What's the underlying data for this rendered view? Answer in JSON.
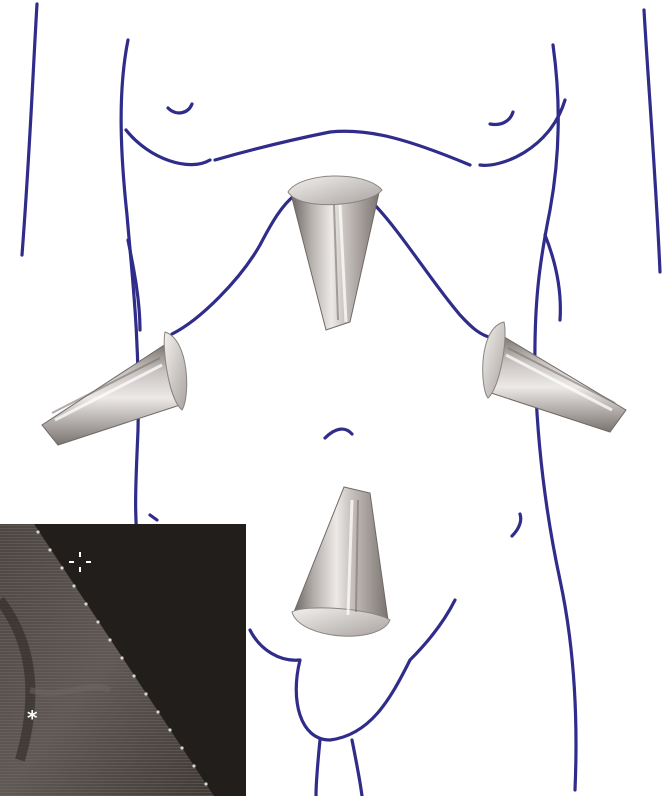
{
  "colors": {
    "outline": "#2f2c8a",
    "background": "#ffffff",
    "probe_light": "#e4e1df",
    "probe_mid": "#b7b1ae",
    "probe_dark": "#6f6966",
    "ultrasound_dark": "#221e1b",
    "ultrasound_tissue": "#5a5450",
    "ultrasound_marker": "#ffffff"
  },
  "figure": {
    "subject": "abdomen-outline-icon",
    "probes": [
      {
        "id": "probe-epigastric",
        "name": "ultrasound-probe-epigastric-icon"
      },
      {
        "id": "probe-right-flank",
        "name": "ultrasound-probe-right-flank-icon"
      },
      {
        "id": "probe-left-flank",
        "name": "ultrasound-probe-left-flank-icon"
      },
      {
        "id": "probe-suprapubic",
        "name": "ultrasound-probe-suprapubic-icon"
      }
    ]
  },
  "inset": {
    "image": "ultrasound-image",
    "markers": {
      "asterisk": "*",
      "crosshair": "crosshair-icon"
    }
  }
}
